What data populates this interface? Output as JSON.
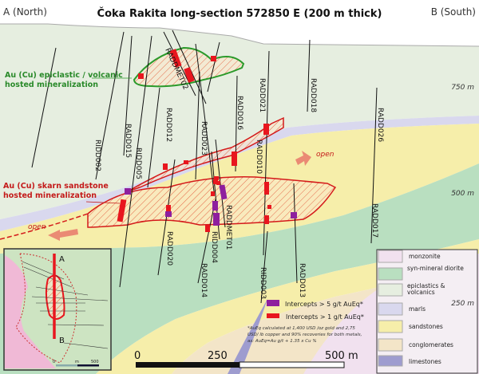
{
  "title": "Čoka Rakita long-section 572850 E (200 m thick)",
  "end_left": "A (North)",
  "end_right": "B (South)",
  "zone_upper": [
    "Au (Cu) epiclastic / volcanic",
    "hosted mineralization"
  ],
  "zone_lower": [
    "Au (Cu) skarn sandstone",
    "hosted mineralization"
  ],
  "open_label": "open",
  "elevations": [
    "750 m",
    "500 m",
    "250 m"
  ],
  "holes": [
    "RADD015",
    "RIDD002",
    "RIDD005",
    "RADD012",
    "RADDMET02",
    "RADD023",
    "RADD016",
    "RADD021",
    "RADD018",
    "RADD010",
    "RADD026",
    "RADD020",
    "RIDD004",
    "RADDMET01",
    "RADD014",
    "RIDD003",
    "RADD013",
    "RADD017"
  ],
  "intercepts": [
    {
      "label": "Intercepts > 5 g/t AuEq*",
      "color": "#8e1f9e"
    },
    {
      "label": "Intercepts > 1 g/t AuEq*",
      "color": "#e8161e"
    }
  ],
  "footnote": [
    "*AuEq calculated at 1,400 USD /oz gold and 2,75",
    "USD/ lb copper and 90% recoveries for both metals,",
    "as: AuEq=Au g/t + 1.35 x Cu %"
  ],
  "legend": [
    {
      "label": "monzonite",
      "color": "#f1e1ef"
    },
    {
      "label": "syn-mineral diorite",
      "color": "#b9dfc0"
    },
    {
      "label": "epiclastics & volcanics",
      "color": "#e6eee0"
    },
    {
      "label": "marls",
      "color": "#d9d8ee"
    },
    {
      "label": "sandstones",
      "color": "#f6eeaa"
    },
    {
      "label": "conglomerates",
      "color": "#f3e5c8"
    },
    {
      "label": "limestones",
      "color": "#9e9ccf"
    }
  ],
  "scale": [
    "0",
    "250",
    "500 m"
  ],
  "inset": {
    "a": "A",
    "b": "B",
    "scale": [
      "0",
      "m",
      "500"
    ]
  }
}
